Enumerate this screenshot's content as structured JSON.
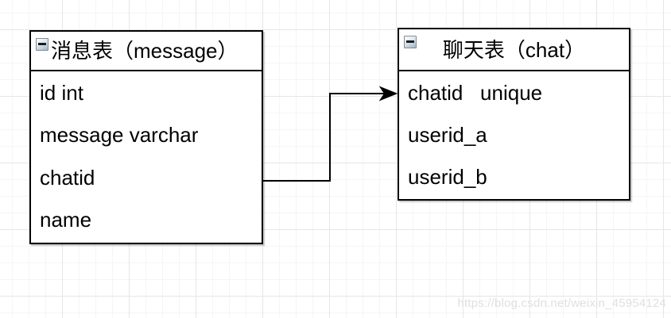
{
  "canvas": {
    "background_color": "#ffffff",
    "grid_minor_color": "#f5f5f5",
    "grid_major_color": "#e6e6e6"
  },
  "entities": [
    {
      "title": "消息表（message）",
      "collapse_icon": "minus-icon",
      "rows": [
        "id int",
        "message varchar",
        "chatid",
        "name"
      ]
    },
    {
      "title": "聊天表（chat）",
      "collapse_icon": "minus-icon",
      "rows": [
        "chatid   unique",
        "userid_a",
        "userid_b"
      ]
    }
  ],
  "connector": {
    "style": "orthogonal",
    "arrow": "filled-right-arrow",
    "color": "#000000",
    "from_entity": "消息表（message）",
    "from_row": "chatid",
    "to_entity": "聊天表（chat）",
    "to_row": "chatid   unique"
  },
  "watermark": {
    "text": "https://blog.csdn.net/weixin_45954124",
    "color": "#e0e0e0"
  }
}
